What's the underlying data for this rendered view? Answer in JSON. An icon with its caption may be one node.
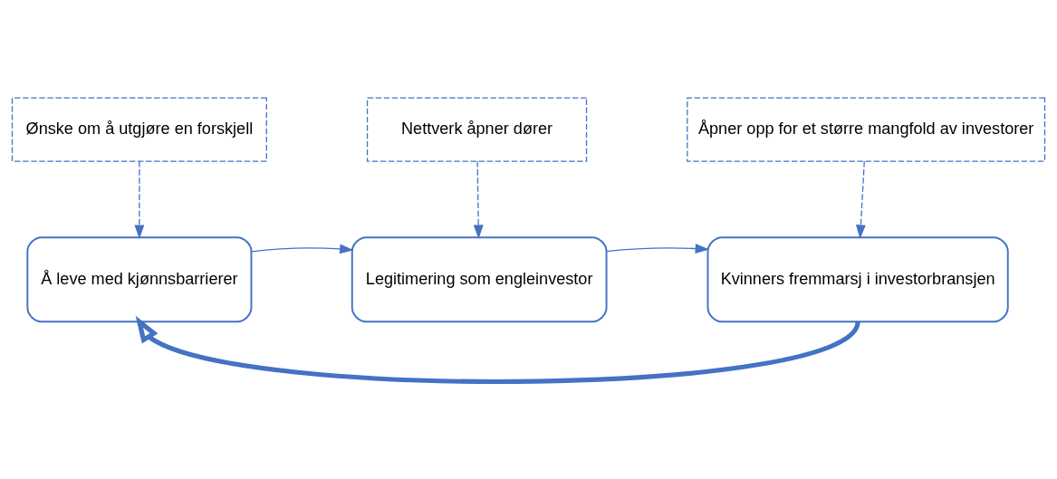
{
  "diagram": {
    "nodes": [
      {
        "text": [
          "Ønske om å utgjøre en forskjell"
        ]
      },
      {
        "text": [
          "Nettverk åpner dører"
        ]
      },
      {
        "text": [
          "Åpner opp for et større mangfold av investorer"
        ]
      },
      {
        "text": [
          "Å leve med kjønnsbarrierer"
        ]
      },
      {
        "text": [
          "Legitimering som engleinvestor"
        ]
      },
      {
        "text": [
          "Kvinners fremmarsj i investorbransjen"
        ]
      }
    ],
    "edges": [
      {
        "from": 0,
        "to": 3,
        "arrow": "to",
        "style": "dashed"
      },
      {
        "from": 1,
        "to": 4,
        "arrow": "to",
        "style": "dashed"
      },
      {
        "from": 2,
        "to": 5,
        "arrow": "to",
        "style": "dashed"
      },
      {
        "from": 3,
        "to": 4,
        "arrow": "to"
      },
      {
        "from": 4,
        "to": 5,
        "arrow": "to"
      },
      {
        "from": 5,
        "to": 3,
        "arrow": "to",
        "style": "thick"
      }
    ]
  }
}
